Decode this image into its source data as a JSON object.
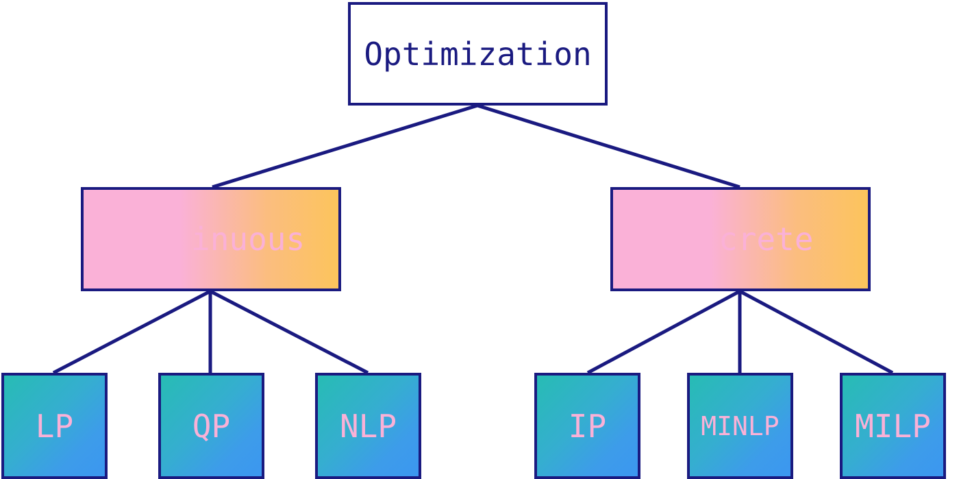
{
  "root": {
    "label": "Optimization"
  },
  "categories": [
    {
      "label": "inuous"
    },
    {
      "label": "crete"
    }
  ],
  "leaves": [
    {
      "label": "LP"
    },
    {
      "label": "QP"
    },
    {
      "label": "NLP"
    },
    {
      "label": "IP"
    },
    {
      "label": "MINLP"
    },
    {
      "label": "MILP"
    }
  ],
  "colors": {
    "stroke": "#1a1a80",
    "label_pink": "#fab1d7",
    "category_gradient": [
      "#fab1d7",
      "#fcc45c"
    ],
    "leaf_gradient": [
      "#27bcb4",
      "#3c97f0"
    ]
  }
}
